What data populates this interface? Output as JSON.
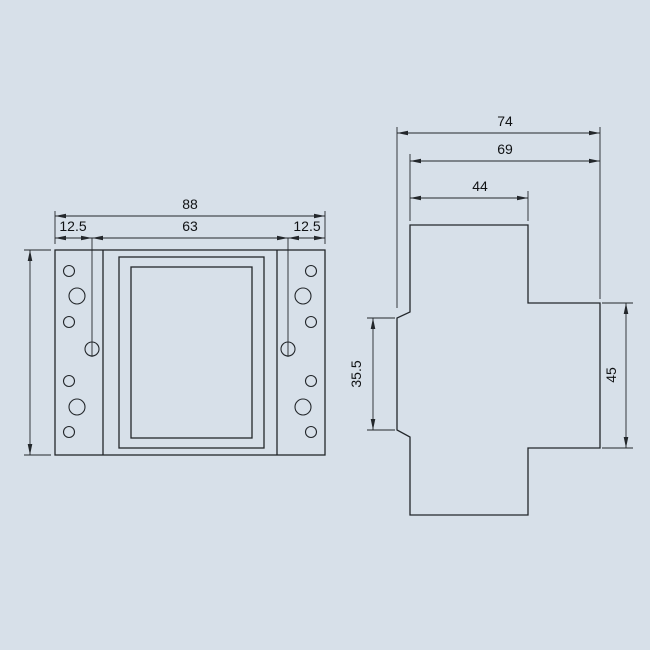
{
  "drawing": {
    "front_view": {
      "total_width": "88",
      "center_spacing": "63",
      "left_offset": "12.5",
      "right_offset": "12.5"
    },
    "side_view": {
      "total_depth": "74",
      "body_depth": "69",
      "top_depth": "44",
      "rail_height": "35.5",
      "flange_height": "45"
    }
  }
}
